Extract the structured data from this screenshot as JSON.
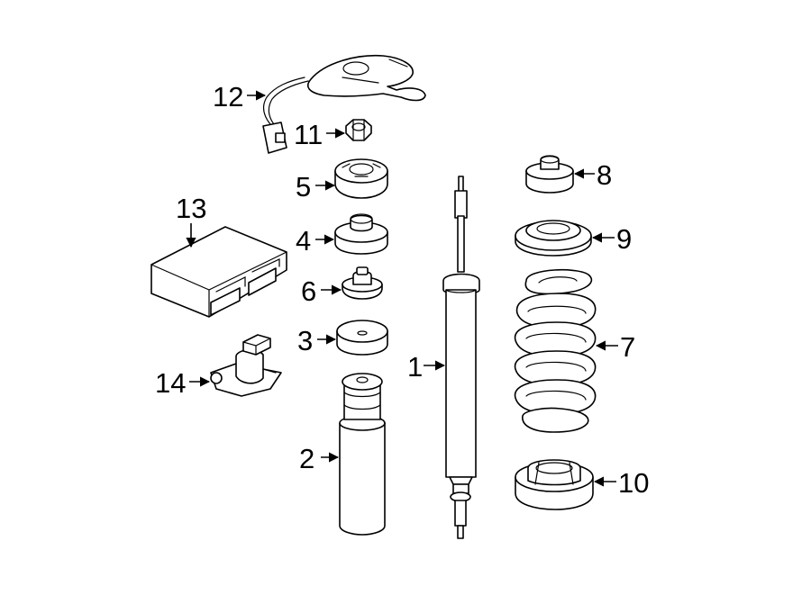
{
  "callouts": {
    "c1": "1",
    "c2": "2",
    "c3": "3",
    "c4": "4",
    "c5": "5",
    "c6": "6",
    "c7": "7",
    "c8": "8",
    "c9": "9",
    "c10": "10",
    "c11": "11",
    "c12": "12",
    "c13": "13",
    "c14": "14"
  },
  "colors": {
    "ink": "#000000",
    "background": "#ffffff"
  }
}
